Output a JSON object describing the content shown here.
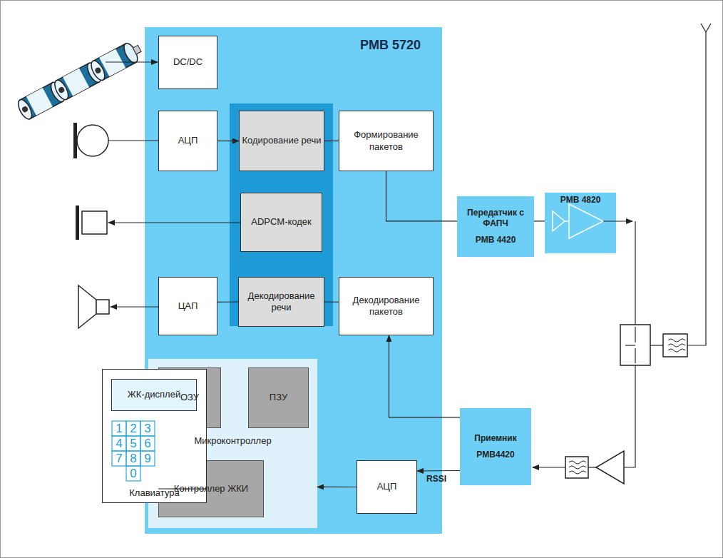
{
  "diagram": {
    "nodes": [
      {
        "text": [
          "PMB 5720"
        ]
      },
      {
        "text": [
          "DC/DC"
        ],
        "in": 0
      },
      {
        "text": [
          "АЦП"
        ],
        "in": 0
      },
      {
        "text": [
          "Кодирование речи"
        ],
        "in": 0
      },
      {
        "text": [
          "Формирование пакетов"
        ],
        "in": 0
      },
      {
        "text": [
          "ADPCM-кодек"
        ],
        "in": 0
      },
      {
        "text": [
          "ЦАП"
        ],
        "in": 0
      },
      {
        "text": [
          "Декодирование речи"
        ],
        "in": 0
      },
      {
        "text": [
          "Декодирование пакетов"
        ],
        "in": 0
      },
      {
        "text": [
          "Микроконтроллер"
        ],
        "in": 0
      },
      {
        "text": [
          "ОЗУ"
        ],
        "in": 9
      },
      {
        "text": [
          "ПЗУ"
        ],
        "in": 9
      },
      {
        "text": [
          "Контроллер ЖКИ"
        ],
        "in": 9
      },
      {
        "text": [
          "АЦП"
        ],
        "in": 0
      },
      {
        "text": [
          "Передатчик с ФАПЧ",
          "PMB 4420"
        ]
      },
      {
        "text": [
          "PMB 4820"
        ]
      },
      {
        "text": [
          "Приемник",
          "PMB4420"
        ]
      },
      {
        "text": [
          "Клавиатура"
        ]
      },
      {
        "text": [
          "ЖК-дисплей"
        ],
        "in": 17
      }
    ],
    "edges": [
      {
        "from": 2,
        "to": 3,
        "arrow": "to"
      },
      {
        "from": 3,
        "to": 4,
        "arrow": "none"
      },
      {
        "from": 4,
        "to": 14,
        "arrow": "none"
      },
      {
        "from": 14,
        "to": 15,
        "arrow": "none"
      },
      {
        "from": 7,
        "to": 6,
        "arrow": "none"
      },
      {
        "from": 7,
        "to": 8,
        "arrow": "none"
      },
      {
        "from": 16,
        "to": 8,
        "arrow": "to"
      },
      {
        "from": 16,
        "to": 13,
        "label": "RSSI",
        "arrow": "to"
      },
      {
        "from": 13,
        "to": 9,
        "arrow": "to"
      },
      {
        "from": 17,
        "to": 12,
        "arrow": "none"
      }
    ],
    "labels": [
      "1",
      "2",
      "3",
      "4",
      "5",
      "6",
      "7",
      "8",
      "9",
      "0"
    ]
  }
}
